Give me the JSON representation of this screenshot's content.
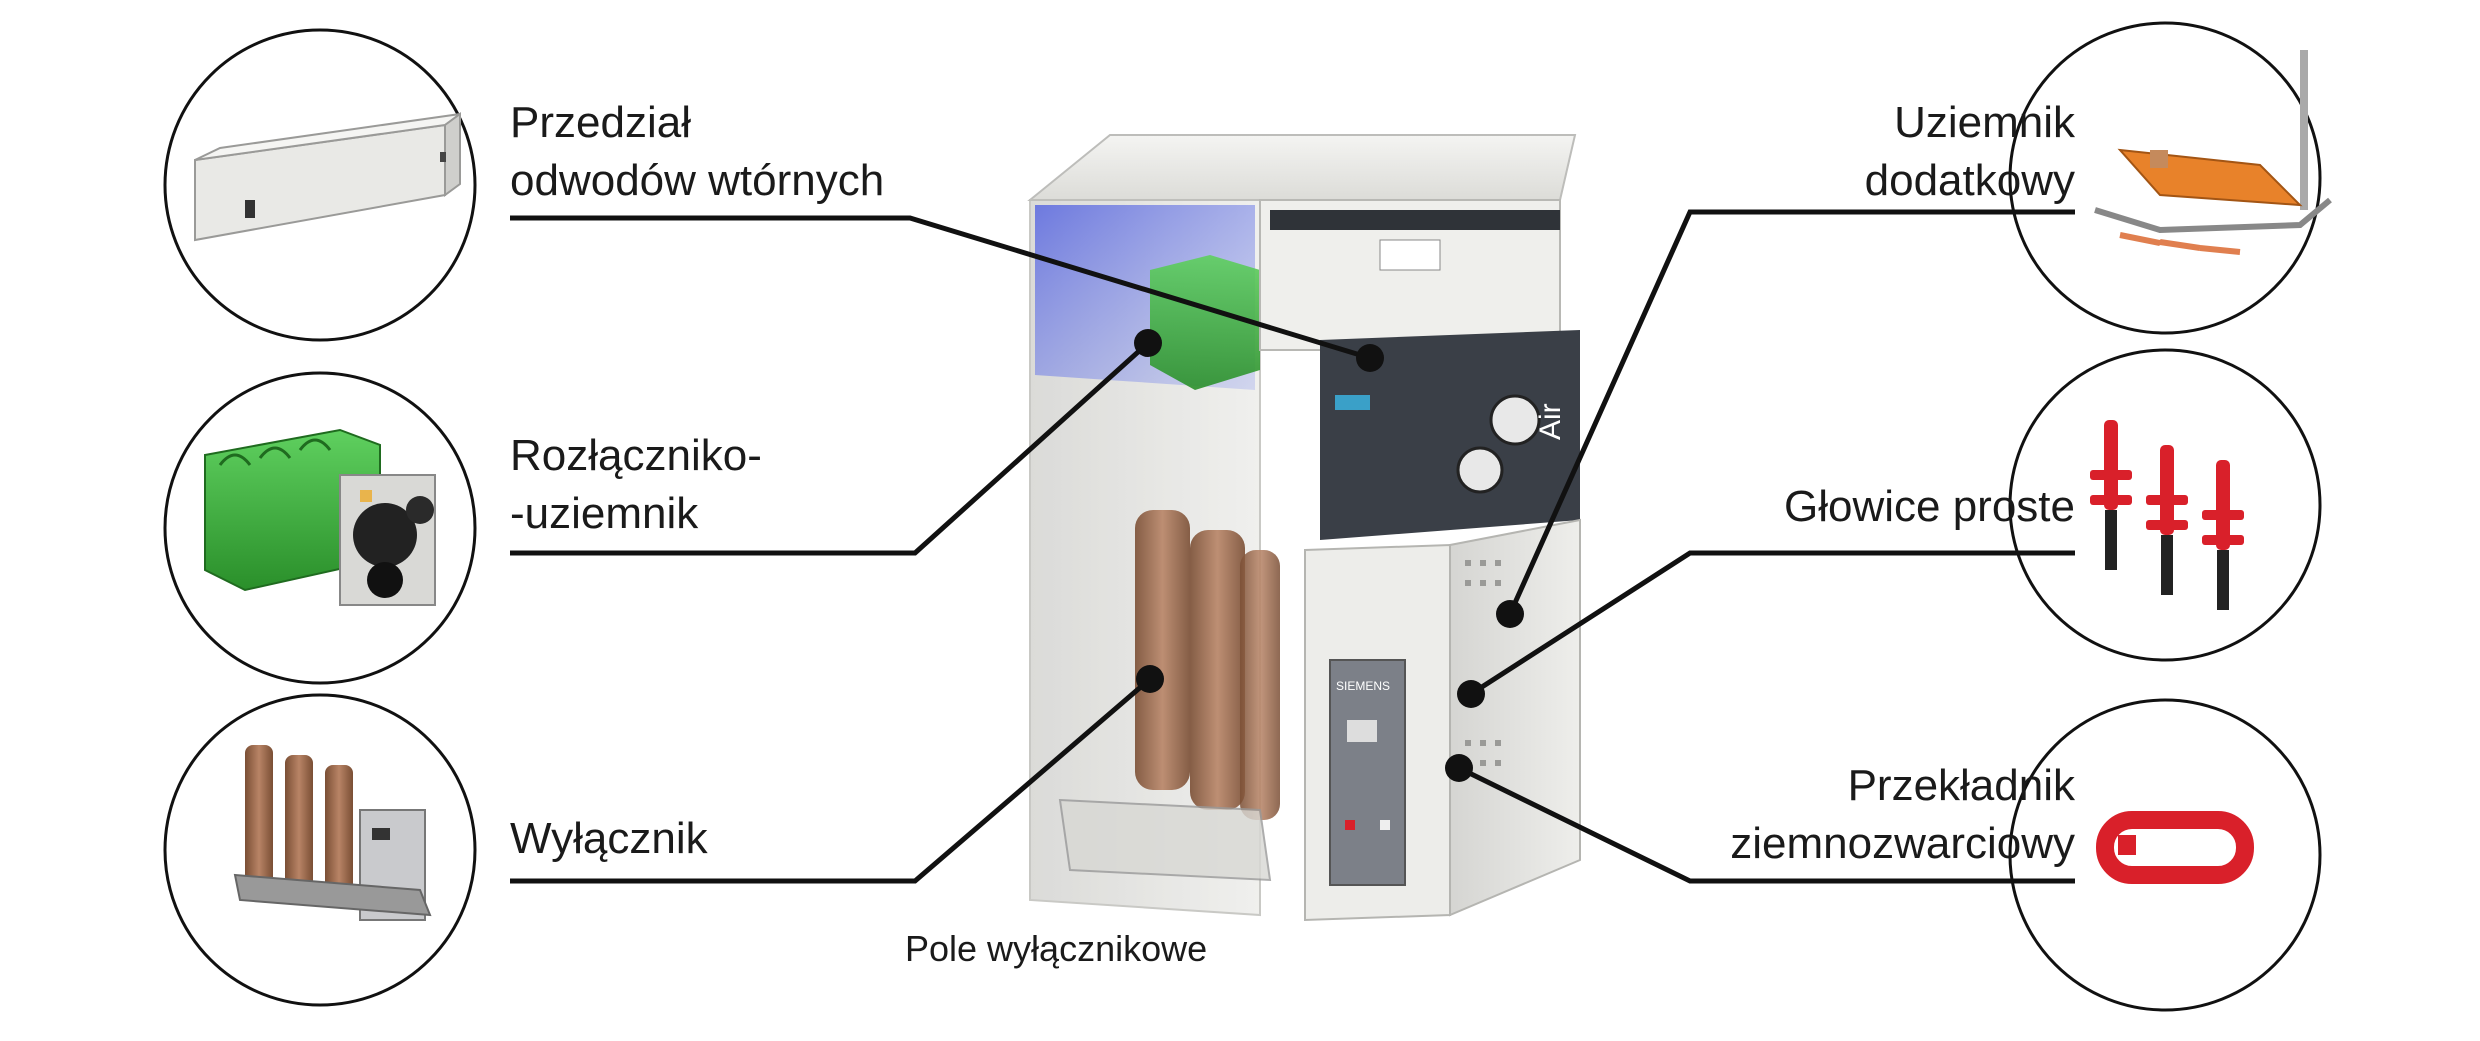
{
  "labels": {
    "secondary_compartment": [
      "Przedział",
      "odwodów wtórnych"
    ],
    "switch_disconnector": [
      "Rozłączniko-",
      "-uziemnik"
    ],
    "circuit_breaker": [
      "Wyłącznik"
    ],
    "additional_earthing": [
      "Uziemnik",
      "dodatkowy"
    ],
    "cable_heads": [
      "Głowice proste"
    ],
    "ground_fault_ct": [
      "Przekładnik",
      "ziemnozwarciowy"
    ]
  },
  "caption": "Pole wyłącznikowe",
  "panel": {
    "brand": "SIEMENS",
    "side_text": "Air"
  },
  "colors": {
    "line": "#111111",
    "green": "#3cb43c",
    "copper": "#9b6a4c",
    "red": "#d9202a",
    "orange": "#e8822a",
    "panel_dark": "#3a3f47",
    "cabinet": "#e6e6e3"
  }
}
